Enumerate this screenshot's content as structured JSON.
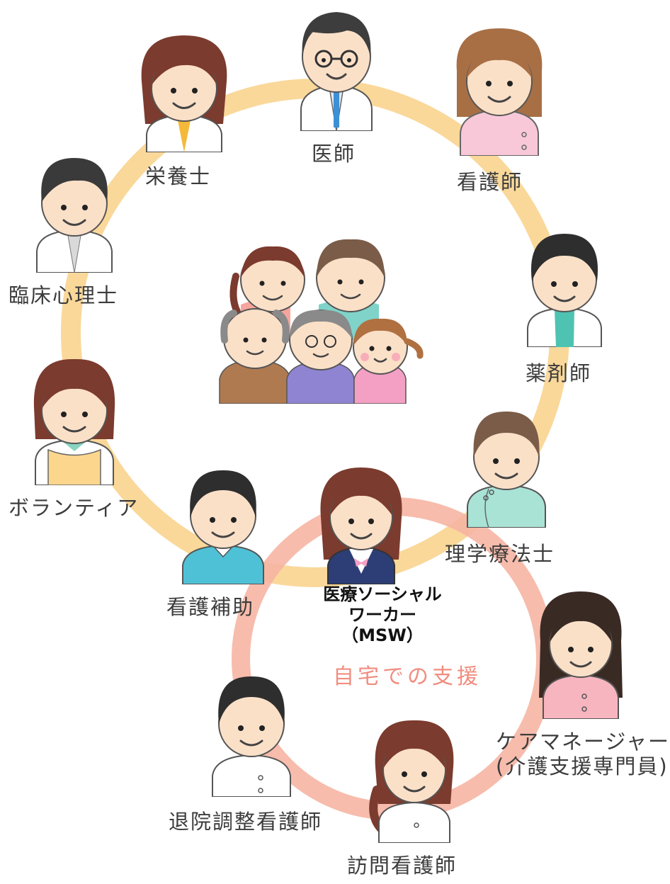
{
  "title": "",
  "colors": {
    "hospital_ring": "#fad89a",
    "home_ring": "#f6b5a3",
    "home_label": "#f18d80",
    "text": "#3c3c3c"
  },
  "labels": {
    "doctor": "医師",
    "nurse": "看護師",
    "dietitian": "栄養士",
    "psychologist": "臨床心理士",
    "pharmacist": "薬剤師",
    "volunteer": "ボランティア",
    "physical_therapist": "理学療法士",
    "nursing_assistant": "看護補助",
    "msw": [
      "医療ソーシャル",
      "ワーカー",
      "（MSW）"
    ],
    "home_support": "自宅での支援",
    "care_manager": [
      "ケアマネージャー",
      "(介護支援専門員)"
    ],
    "discharge_nurse": "退院調整看護師",
    "visiting_nurse": "訪問看護師"
  }
}
